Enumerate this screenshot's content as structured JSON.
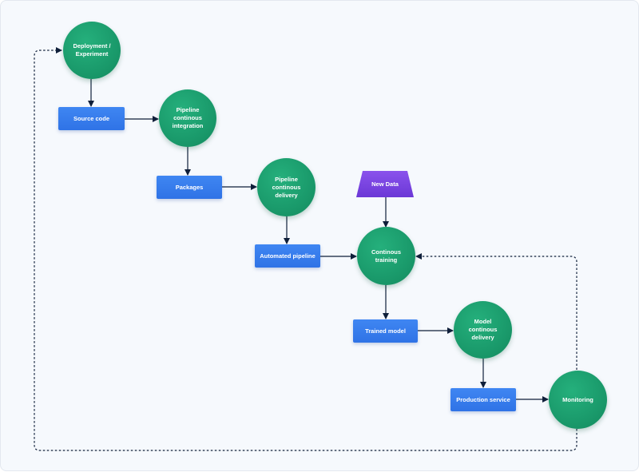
{
  "colors": {
    "circle": "#1fa572",
    "rect": "#3578ea",
    "trapezoid": "#7a45e0",
    "connector": "#0f1f3a"
  },
  "nodes": {
    "deployment": "Deployment / Experiment",
    "source_code": "Source code",
    "pipeline_ci": "Pipeline continous integration",
    "packages": "Packages",
    "pipeline_cd": "Pipeline continous delivery",
    "new_data": "New Data",
    "automated_pipeline": "Automated pipeline",
    "continous_training": "Continous training",
    "trained_model": "Trained model",
    "model_cd": "Model continous delivery",
    "production_service": "Production service",
    "monitoring": "Monitoring"
  }
}
